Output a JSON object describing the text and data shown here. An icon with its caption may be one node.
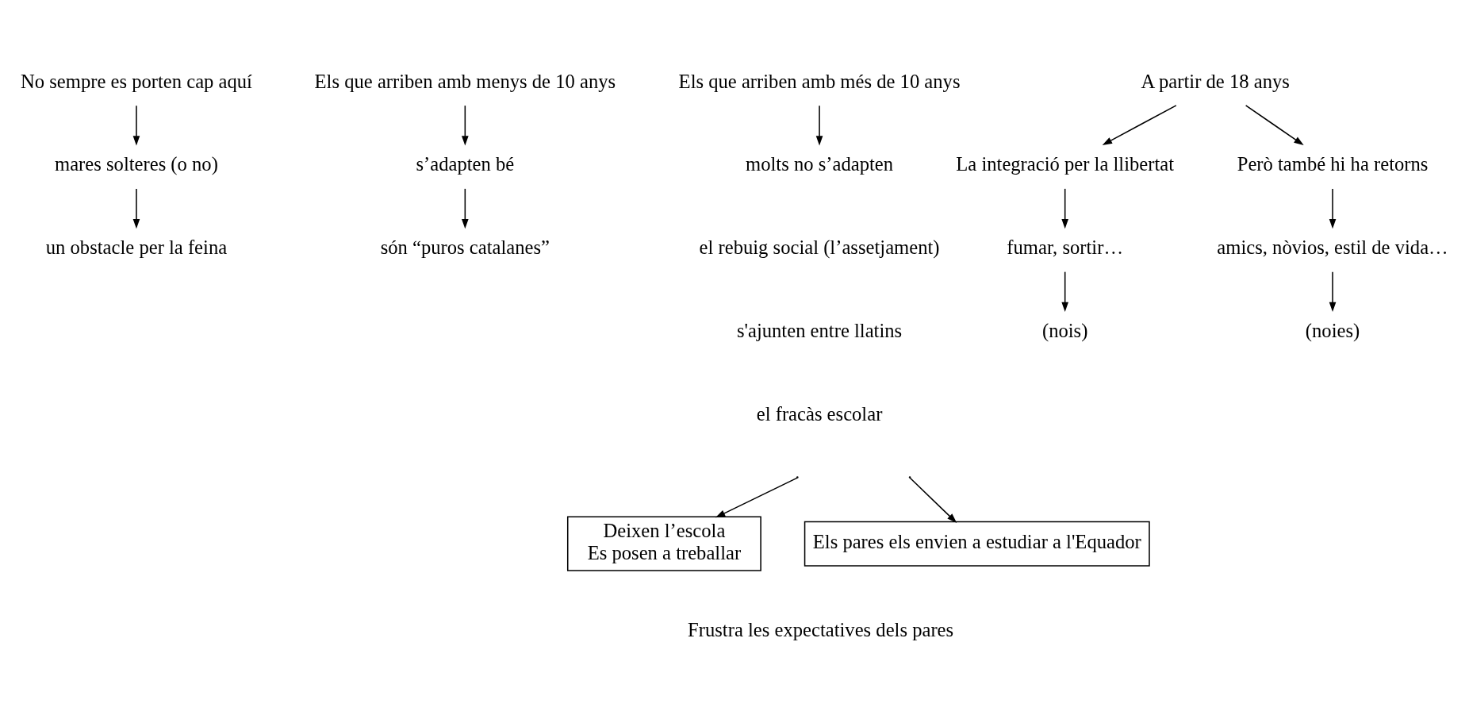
{
  "diagram": {
    "nodes": [
      {
        "text": [
          "No sempre es porten cap aquí"
        ]
      },
      {
        "text": [
          "mares solteres (o no)"
        ]
      },
      {
        "text": [
          "un obstacle per la feina"
        ]
      },
      {
        "text": [
          "Els que arriben amb menys de 10 anys"
        ]
      },
      {
        "text": [
          "s’adapten bé"
        ]
      },
      {
        "text": [
          "són “puros catalanes”"
        ]
      },
      {
        "text": [
          "Els que arriben amb més de 10 anys"
        ]
      },
      {
        "text": [
          "molts no s’adapten"
        ]
      },
      {
        "text": [
          "A partir de 18 anys"
        ]
      },
      {
        "text": [
          "La integració per la llibertat"
        ]
      },
      {
        "text": [
          "Però també hi ha retorns"
        ]
      },
      {
        "text": [
          "fumar, sortir…"
        ]
      },
      {
        "text": [
          "(nois)"
        ]
      },
      {
        "text": [
          "amics, nòvios, estil de vida…"
        ]
      },
      {
        "text": [
          "(noies)"
        ]
      },
      {
        "text": [
          "Deixen l’escola",
          "Es posen a treballar"
        ]
      },
      {
        "text": [
          "Els pares els envien a estudiar a l'Equador"
        ]
      }
    ],
    "edges": [
      {
        "from": 0,
        "to": 1,
        "arrow": "to"
      },
      {
        "from": 1,
        "to": 2,
        "arrow": "to"
      },
      {
        "from": 3,
        "to": 4,
        "arrow": "to"
      },
      {
        "from": 4,
        "to": 5,
        "arrow": "to"
      },
      {
        "from": 6,
        "to": 7,
        "arrow": "to"
      },
      {
        "from": 8,
        "to": 9,
        "arrow": "to"
      },
      {
        "from": 8,
        "to": 10,
        "arrow": "to"
      },
      {
        "from": 9,
        "to": 11,
        "arrow": "to"
      },
      {
        "from": 11,
        "to": 12,
        "arrow": "to"
      },
      {
        "from": 10,
        "to": 13,
        "arrow": "to"
      },
      {
        "from": 13,
        "to": 14,
        "arrow": "to"
      },
      {
        "from": null,
        "to": 15,
        "arrow": "to"
      },
      {
        "from": null,
        "to": 16,
        "arrow": "to"
      }
    ],
    "labels": [
      "el rebuig social (l’assetjament)",
      "s'ajunten entre llatins",
      "el fracàs escolar",
      "Frustra les expectatives dels pares"
    ]
  }
}
